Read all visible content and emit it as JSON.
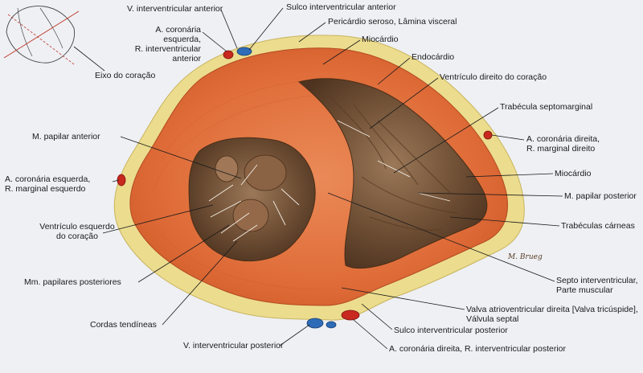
{
  "labels": {
    "eixo": "Eixo do coração",
    "v_interventricular_anterior": "V. interventricular anterior",
    "a_coronaria_esquerda_1": "A. coronária",
    "a_coronaria_esquerda_2": "esquerda,",
    "a_coronaria_esquerda_3": "R. interventricular",
    "a_coronaria_esquerda_4": "anterior",
    "sulco_anterior": "Sulco interventricular anterior",
    "pericardio": "Pericárdio seroso, Lâmina visceral",
    "miocardio_top": "Miocárdio",
    "endocardio": "Endocárdio",
    "ventriculo_direito": "Ventrículo direito do coração",
    "trabecula": "Trabécula septomarginal",
    "a_cor_direita_1": "A. coronária direita,",
    "a_cor_direita_2": "R. marginal direito",
    "miocardio_right": "Miocárdio",
    "papilar_posterior": "M. papilar posterior",
    "trabeculas_carneas": "Trabéculas cárneas",
    "septo_1": "Septo interventricular,",
    "septo_2": "Parte muscular",
    "valva_1": "Valva atrioventricular direita [Valva tricúspide],",
    "valva_2": "Válvula septal",
    "sulco_posterior": "Sulco interventricular posterior",
    "a_cor_dir_posterior": "A. coronária direita, R. interventricular posterior",
    "v_interventricular_posterior": "V. interventricular posterior",
    "cordas": "Cordas tendíneas",
    "papilares_posteriores": "Mm. papilares posteriores",
    "ventriculo_esquerdo_1": "Ventrículo esquerdo",
    "ventriculo_esquerdo_2": "do coração",
    "a_cor_esq_marginal_1": "A. coronária esquerda,",
    "a_cor_esq_marginal_2": "R. marginal esquerdo",
    "papilar_anterior": "M. papilar anterior"
  },
  "signature": "M. Brueg",
  "colors": {
    "background": "#eef0f4",
    "fat": "#ecdc8e",
    "myocardium": "#e0703a",
    "cavity": "#7a5a3c",
    "artery": "#c8281e",
    "vein": "#2f6cb8"
  }
}
